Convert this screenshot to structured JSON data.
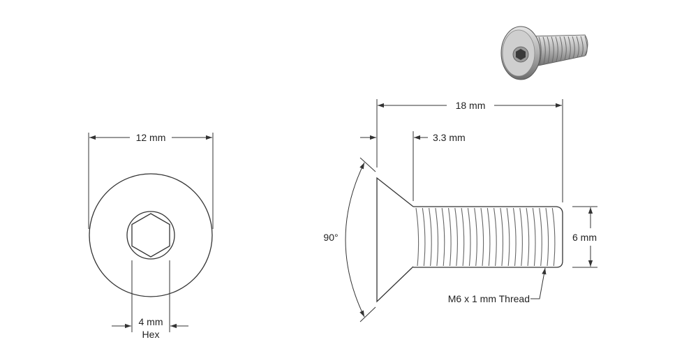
{
  "labels": {
    "head_diameter": "12 mm",
    "hex": "4 mm",
    "hex_word": "Hex",
    "length": "18 mm",
    "head_height": "3.3 mm",
    "angle": "90°",
    "thread_diameter": "6 mm",
    "thread_spec": "M6 x 1 mm Thread"
  },
  "colors": {
    "line": "#333333",
    "screw_metal": "#b8b8b8",
    "screw_dark": "#555555"
  }
}
